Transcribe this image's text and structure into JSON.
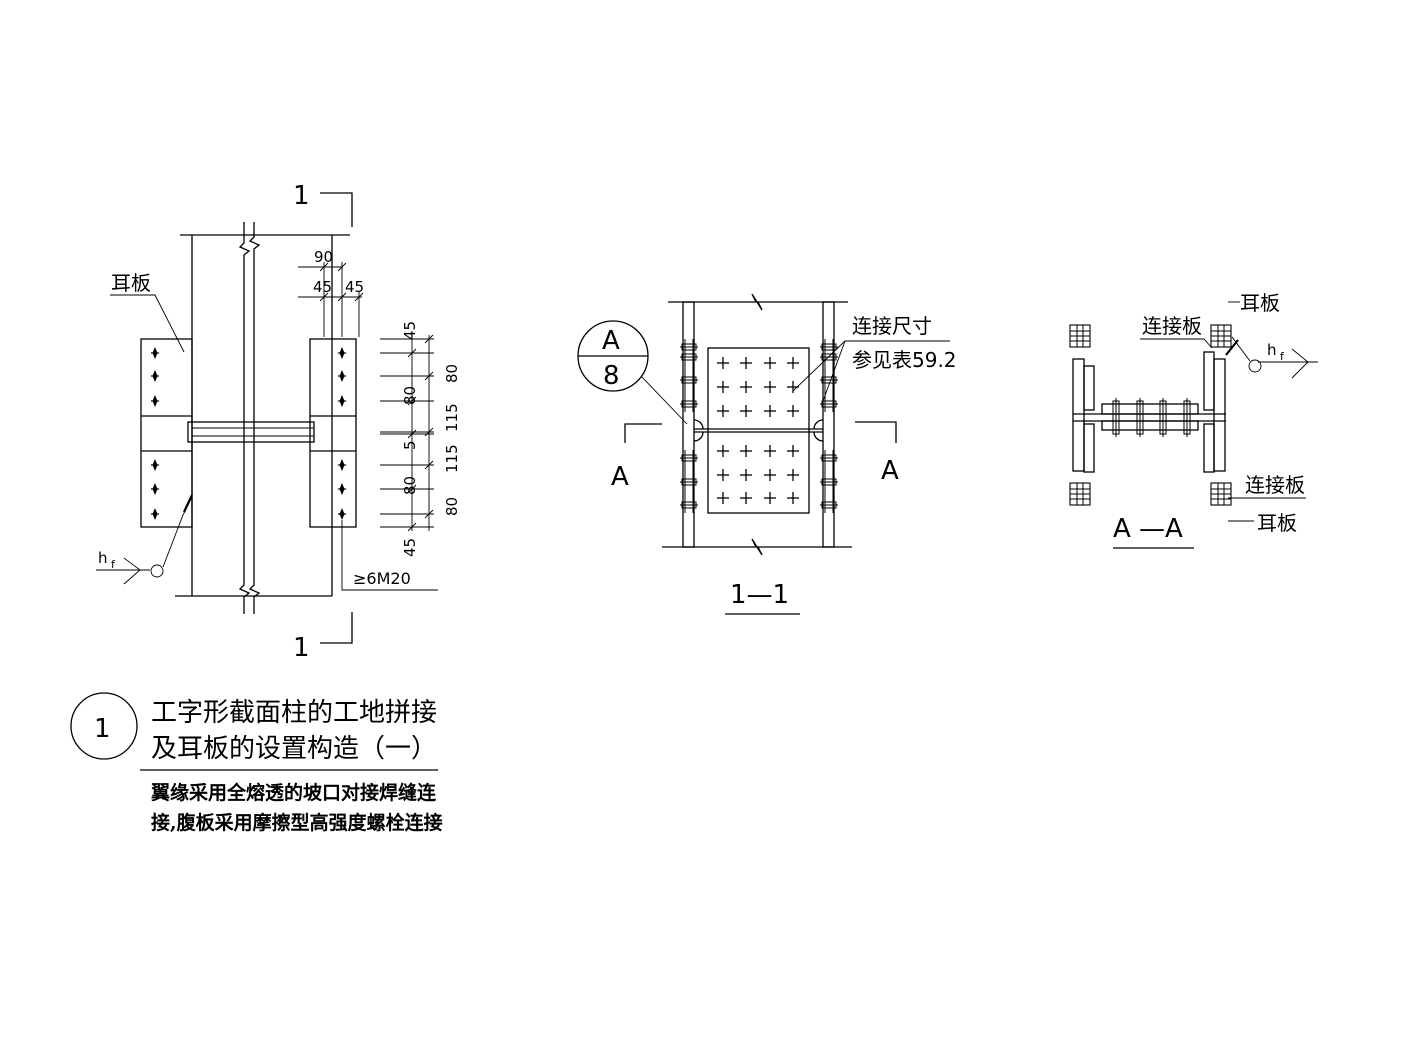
{
  "detail_1": {
    "section_mark": "1",
    "ear_plate_label": "耳板",
    "weld_label": "h",
    "weld_sub": "f",
    "dim_top": {
      "total": "90",
      "left": "45",
      "right": "45"
    },
    "dim_right": [
      "45",
      "80",
      "80",
      "115",
      "5",
      "115",
      "80",
      "80",
      "45"
    ],
    "bolt_note": "≥6M20"
  },
  "section_1_1": {
    "detail_circle_top": "A",
    "detail_circle_bottom": "8",
    "cut_label": "A",
    "conn_label_line1": "连接尺寸",
    "conn_label_line2": "参见表59.2",
    "view_title": "1—1"
  },
  "section_A_A": {
    "ear_plate_label": "耳板",
    "conn_plate_label": "连接板",
    "weld_label": "h",
    "weld_sub": "f",
    "view_title": "A —A"
  },
  "title_block": {
    "number": "1",
    "title_line1": "工字形截面柱的工地拼接",
    "title_line2": "及耳板的设置构造（一）",
    "note_line1": "翼缘采用全熔透的坡口对接焊缝连",
    "note_line2": "接,腹板采用摩擦型高强度螺栓连接"
  }
}
